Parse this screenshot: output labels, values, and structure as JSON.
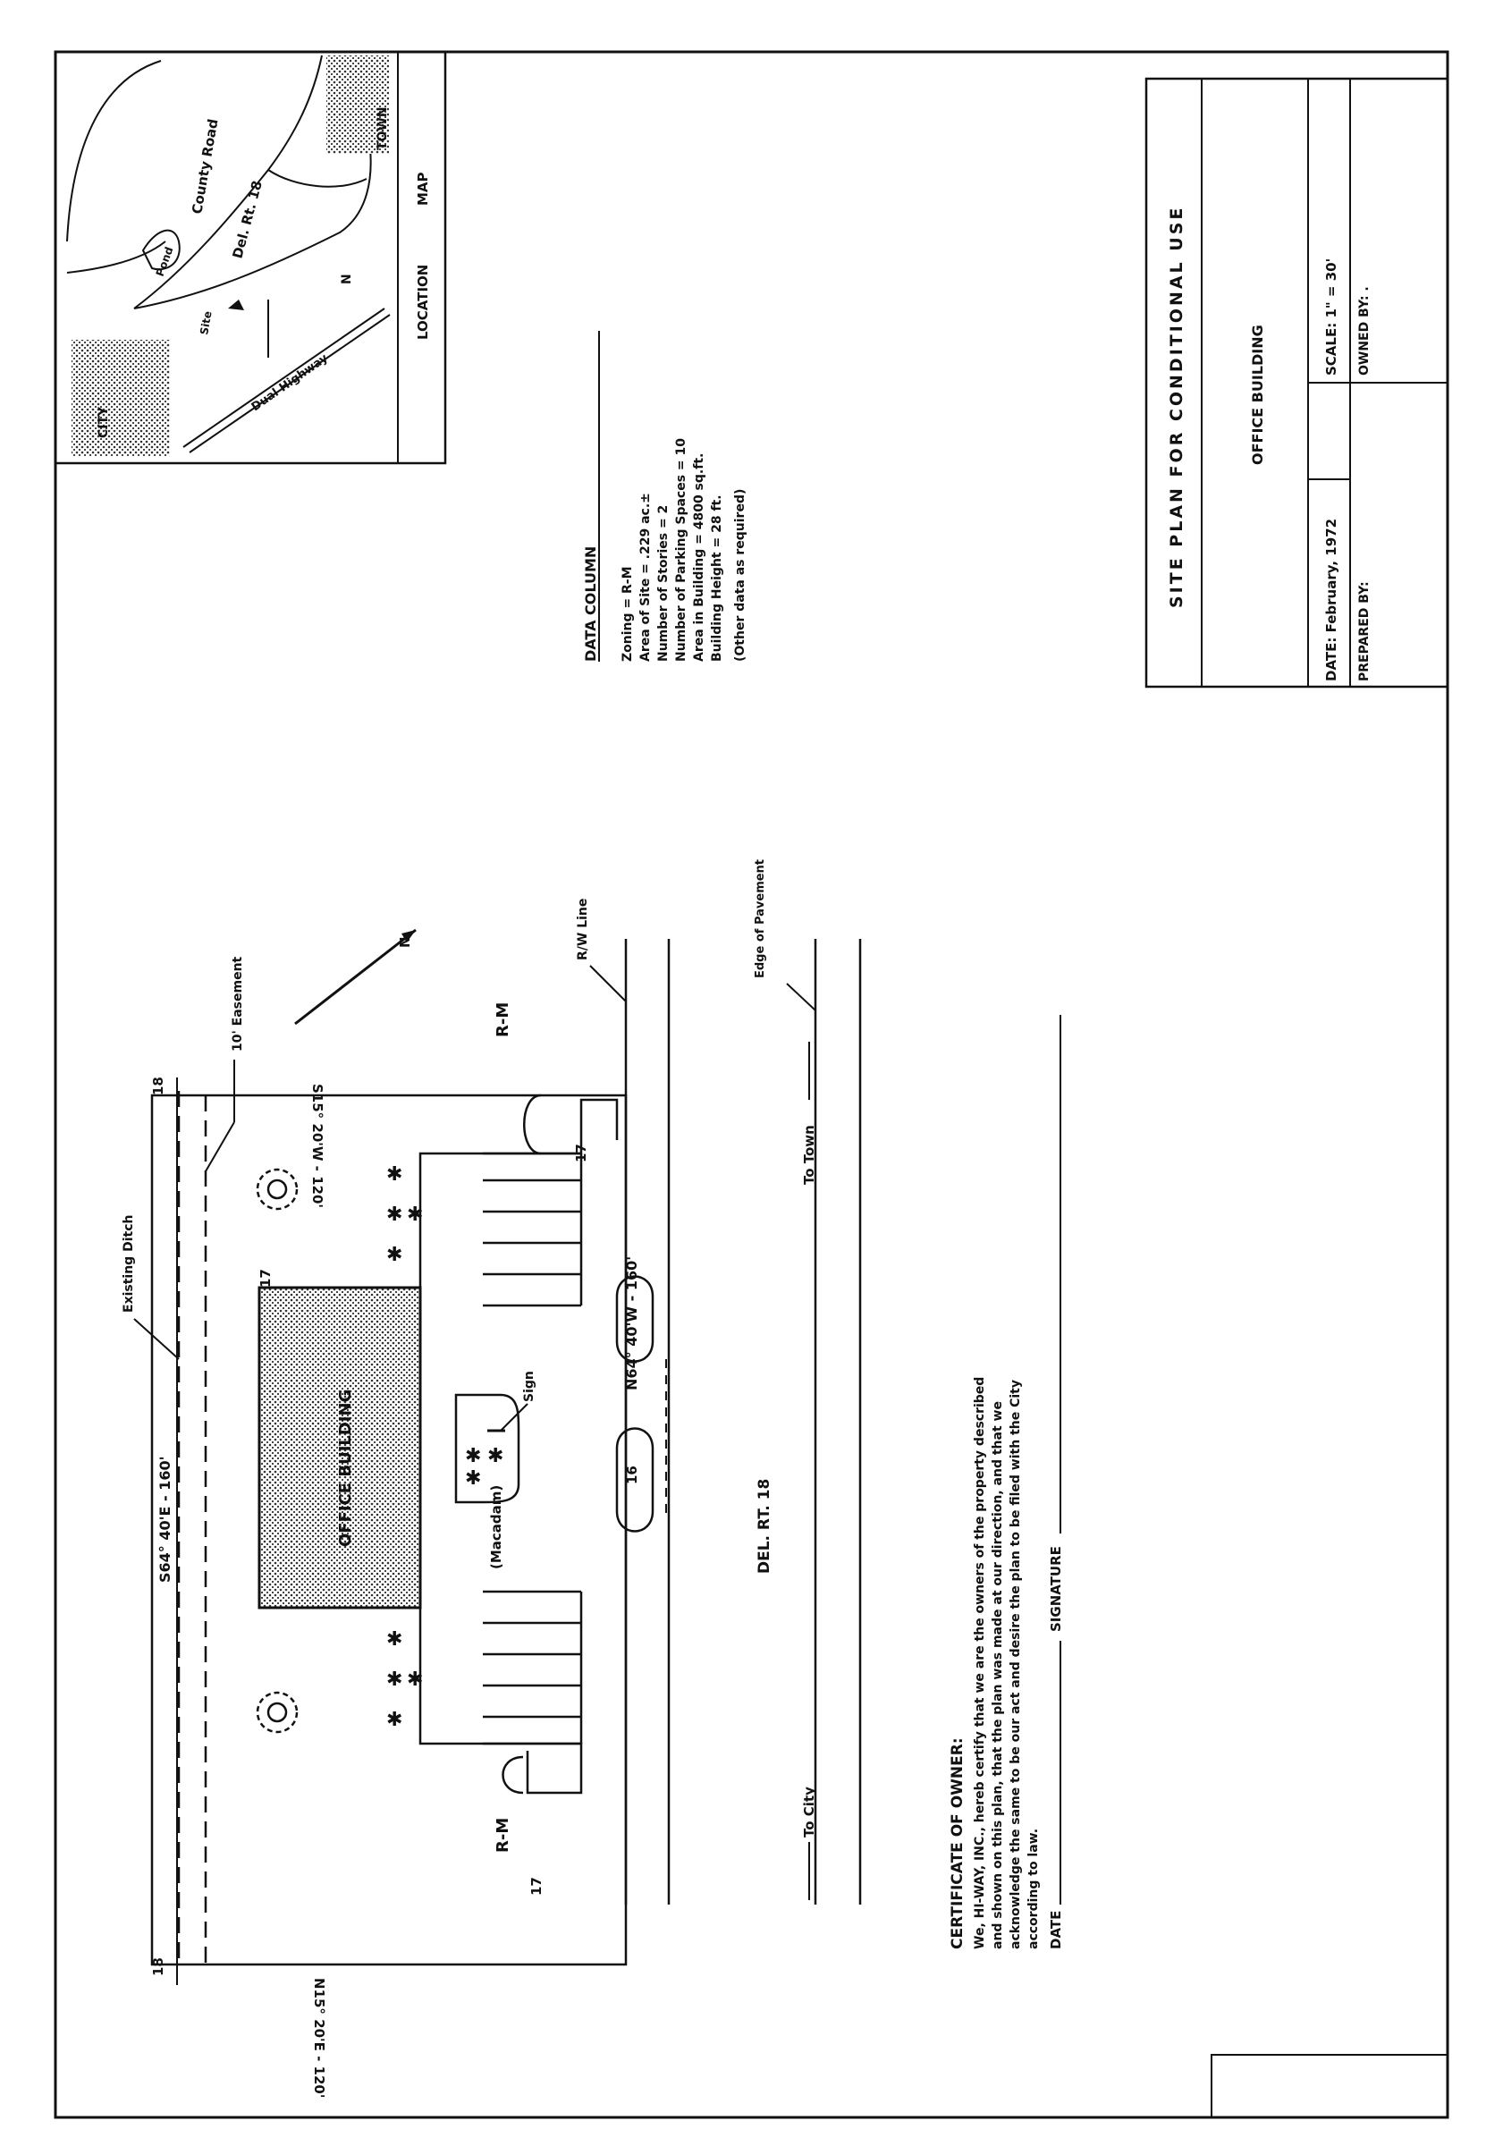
{
  "title_block": {
    "title": "SITE PLAN FOR CONDITIONAL USE",
    "subtitle": "OFFICE BUILDING",
    "date": "DATE: February, 1972",
    "scale": "SCALE: 1\" = 30'",
    "prepared_by": "PREPARED BY:",
    "owned_by": "OWNED BY: ."
  },
  "location_map": {
    "caption_left": "LOCATION",
    "caption_right": "MAP",
    "labels": {
      "county_road": "County Road",
      "del_rt": "Del. Rt. 18",
      "town": "TOWN",
      "city": "CITY",
      "pond": "Pond",
      "site": "Site",
      "highway": "Dual Highway",
      "north": "N"
    }
  },
  "data_column": {
    "heading": "DATA COLUMN",
    "lines": [
      "Zoning = R-M",
      "Area of Site = .229 ac.±",
      "Number of Stories = 2",
      "Number of Parking Spaces = 10",
      "Area in Building = 4800 sq.ft.",
      "Building Height = 28 ft.",
      "(Other data as required)"
    ]
  },
  "site": {
    "top_bearing": "S64° 40'E - 160'",
    "bottom_bearing": "N64° 40'W - 160'",
    "right_bearing": "S15° 20'W - 120'",
    "left_bearing": "N15° 20'E - 120'",
    "existing_ditch": "Existing Ditch",
    "easement": "10' Easement",
    "zoning_right": "R-M",
    "zoning_left": "R-M",
    "rw_line": "R/W Line",
    "edge_pavement": "Edge of Pavement",
    "road_name": "DEL. RT. 18",
    "to_town": "To Town",
    "to_city": "To City",
    "macadam": "(Macadam)",
    "sign": "Sign",
    "building_label": "OFFICE BUILDING",
    "elev_top_left": "18",
    "elev_top_right": "18",
    "elev_bldg_left": "17",
    "elev_bldg_right": "17",
    "elev_lot_left": "17",
    "elev_lot_right": "17",
    "elev_entry": "16"
  },
  "certificate": {
    "heading": "CERTIFICATE OF OWNER:",
    "line1": "We, HI-WAY, INC., hereb certify that we are the owners of the property described",
    "line2": "and shown on this plan, that the plan was made at our direction, and that we",
    "line3": "acknowledge the same to be our act and desire the plan to be filed with the City",
    "line4": "according to law.",
    "date_label": "DATE",
    "signature_label": "SIGNATURE"
  },
  "colors": {
    "ink": "#111111",
    "paper": "#ffffff",
    "hatch": "#555555"
  }
}
